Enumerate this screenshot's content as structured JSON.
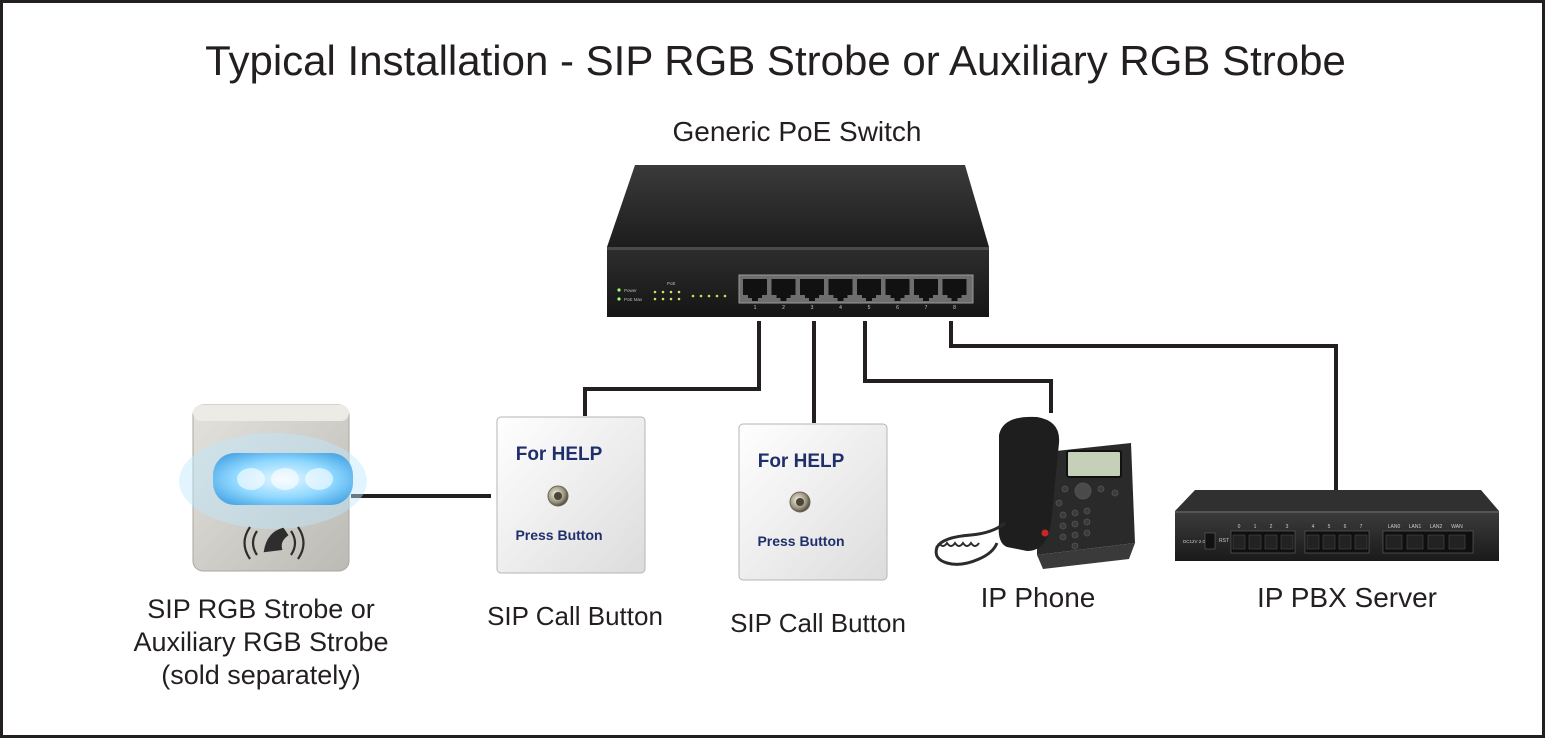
{
  "title": "Typical Installation - SIP RGB Strobe or Auxiliary RGB Strobe",
  "switch": {
    "label": "Generic PoE Switch",
    "led_labels": [
      "Power",
      "PoE Max"
    ],
    "led_group_label": "PoE",
    "port_numbers": [
      "1",
      "2",
      "3",
      "4",
      "5",
      "6",
      "7",
      "8"
    ]
  },
  "strobe": {
    "label_lines": [
      "SIP RGB Strobe or",
      "Auxiliary RGB Strobe",
      "(sold separately)"
    ]
  },
  "call_button_1": {
    "label": "SIP Call Button",
    "box_top": "For HELP",
    "box_bottom": "Press Button"
  },
  "call_button_2": {
    "label": "SIP Call Button",
    "box_top": "For HELP",
    "box_bottom": "Press Button"
  },
  "phone": {
    "label": "IP Phone"
  },
  "pbx": {
    "label": "IP PBX Server",
    "port_labels": [
      "0",
      "1",
      "2",
      "3",
      "4",
      "5",
      "6",
      "7",
      "LAN0",
      "LAN1",
      "LAN2",
      "WAN"
    ],
    "power_label": "DC12V 2.0A",
    "reset_label": "RST"
  },
  "colors": {
    "line": "#231f20",
    "strobe_glow": "#8fd8ff",
    "device_dark": "#2b2b2b"
  }
}
